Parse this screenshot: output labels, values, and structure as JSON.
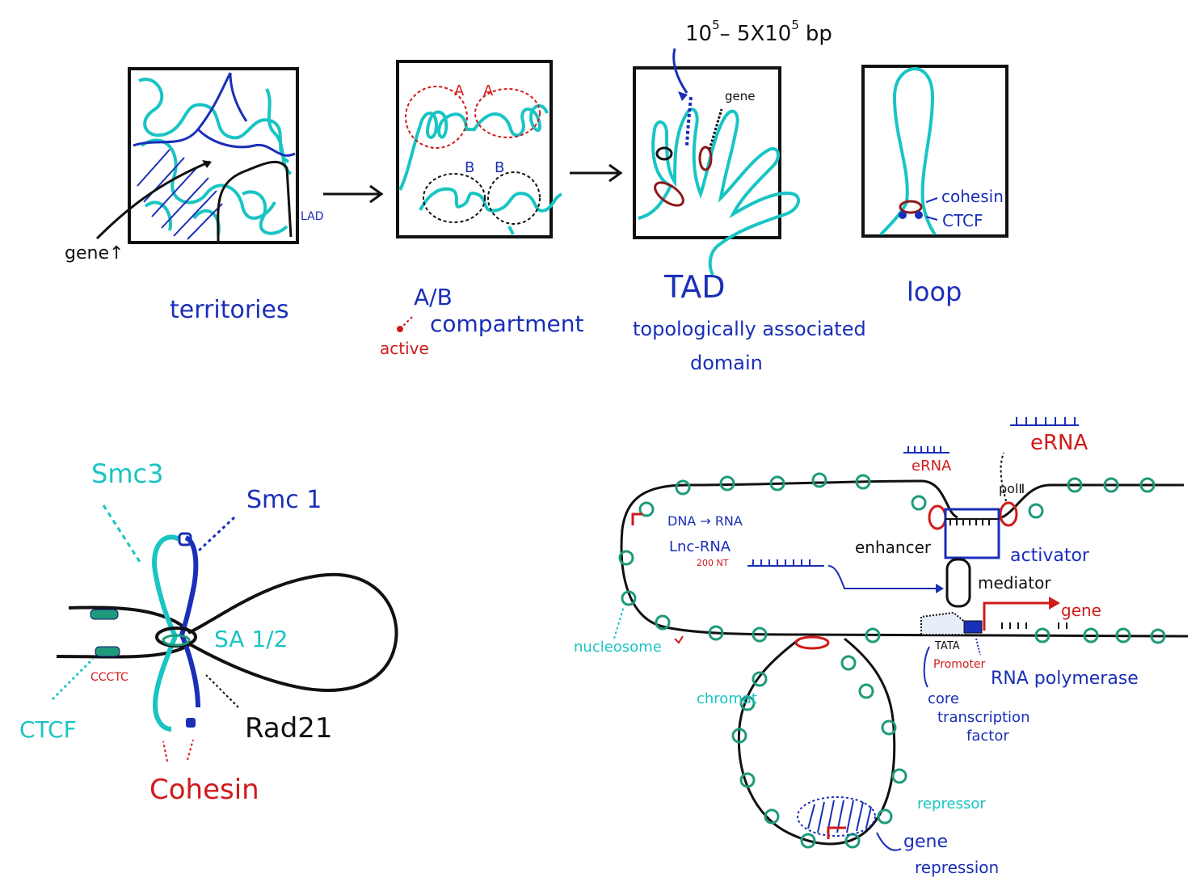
{
  "colors": {
    "ink_black": "#111111",
    "ink_blue": "#1a2fb8",
    "ink_red": "#d21a1a",
    "ink_cyan": "#19c4c4",
    "nucleosome_green": "#1f9a7a"
  },
  "top_row": {
    "territories": {
      "caption": "territories",
      "gene_label": "gene↑",
      "lad_label": "LAD"
    },
    "ab": {
      "caption_1": "A/B",
      "caption_2": "compartment",
      "active_label": "active",
      "a1": "A",
      "a2": "A",
      "b1": "B",
      "b2": "B"
    },
    "tad": {
      "title": "TAD",
      "caption_1": "topologically associated",
      "caption_2": "domain",
      "size_base1": "10",
      "size_exp1": "5",
      "size_mid": "– 5X10",
      "size_exp2": "5",
      "size_unit": "bp",
      "gene_label": "gene"
    },
    "loop": {
      "caption": "loop",
      "cohesin_label": "cohesin",
      "ctcf_label": "CTCF"
    }
  },
  "cohesin_panel": {
    "smc3": "Smc3",
    "smc1": "Smc 1",
    "sa": "SA 1/2",
    "rad21": "Rad21",
    "cohesin": "Cohesin",
    "ctcf": "CTCF",
    "motif": "CCCTC"
  },
  "transcription_panel": {
    "erna_small": "eRNA",
    "erna_large": "eRNA",
    "pol": "polⅡ",
    "dna_rna": "DNA → RNA",
    "lnc_rna": "Lnc-RNA",
    "nt": "200 NT",
    "enhancer": "enhancer",
    "activator": "activator",
    "mediator": "mediator",
    "gene": "gene",
    "nucleosome": "nucleosome",
    "tata": "TATA",
    "promoter": "Promoter",
    "rna_polymerase": "RNA polymerase",
    "core_1": "core",
    "core_2": "transcription",
    "core_3": "factor",
    "chromatin": "chromat",
    "repressor": "repressor",
    "gene_rep_1": "gene",
    "gene_rep_2": "repression"
  }
}
